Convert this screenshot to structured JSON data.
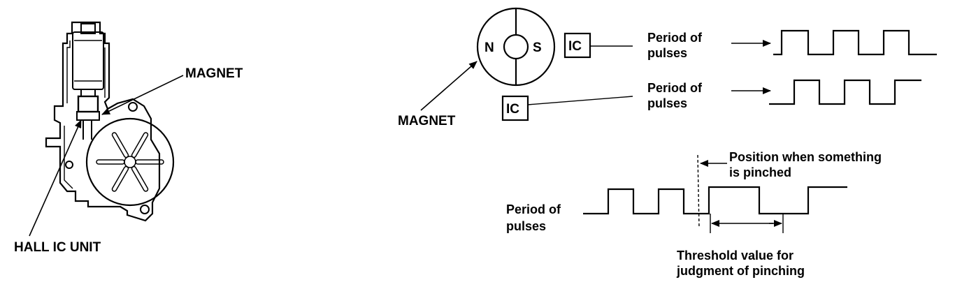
{
  "left": {
    "magnet_label": "MAGNET",
    "hall_label": "HALL IC UNIT"
  },
  "right": {
    "magnet_label": "MAGNET",
    "pole_n": "N",
    "pole_s": "S",
    "ic_top": "IC",
    "ic_bottom": "IC",
    "period_top_1": "Period of",
    "period_top_2": "pulses",
    "period_mid_1": "Period of",
    "period_mid_2": "pulses",
    "period_bottom_1": "Period of",
    "period_bottom_2": "pulses",
    "pinched_1": "Position when something",
    "pinched_2": "is pinched",
    "threshold_1": "Threshold value for",
    "threshold_2": "judgment of pinching"
  },
  "colors": {
    "ink": "#000000",
    "paper": "#ffffff"
  }
}
